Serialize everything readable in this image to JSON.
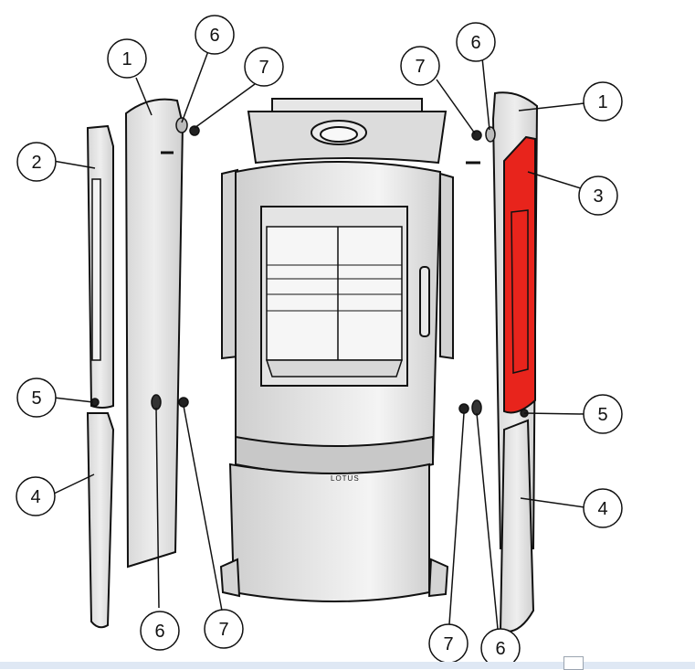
{
  "diagram": {
    "brand": "LOTUS",
    "highlight_color": "#e8241c",
    "callouts": [
      {
        "id": "c1-left",
        "label": "1"
      },
      {
        "id": "c2-left",
        "label": "2"
      },
      {
        "id": "c4-left",
        "label": "4"
      },
      {
        "id": "c5-left",
        "label": "5"
      },
      {
        "id": "c6-left-top",
        "label": "6"
      },
      {
        "id": "c7-left-top",
        "label": "7"
      },
      {
        "id": "c6-left-bottom",
        "label": "6"
      },
      {
        "id": "c7-left-bottom",
        "label": "7"
      },
      {
        "id": "c7-right-top",
        "label": "7"
      },
      {
        "id": "c6-right-top",
        "label": "6"
      },
      {
        "id": "c1-right",
        "label": "1"
      },
      {
        "id": "c3-right",
        "label": "3"
      },
      {
        "id": "c5-right",
        "label": "5"
      },
      {
        "id": "c4-right",
        "label": "4"
      },
      {
        "id": "c7-right-bottom",
        "label": "7"
      },
      {
        "id": "c6-right-bottom",
        "label": "6"
      }
    ]
  }
}
